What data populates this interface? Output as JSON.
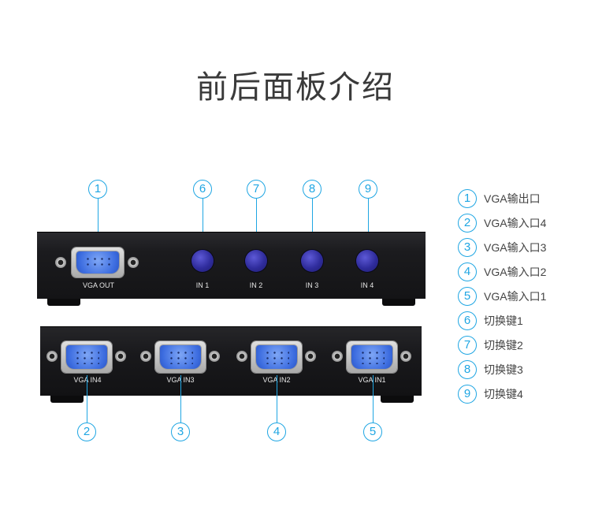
{
  "title": "前后面板介绍",
  "callout_numbers": [
    "1",
    "2",
    "3",
    "4",
    "5",
    "6",
    "7",
    "8",
    "9"
  ],
  "front_panel": {
    "vga_out_label": "VGA OUT",
    "buttons": [
      "IN 1",
      "IN 2",
      "IN 3",
      "IN 4"
    ]
  },
  "back_panel": {
    "ports": [
      "VGA IN4",
      "VGA IN3",
      "VGA IN2",
      "VGA IN1"
    ]
  },
  "legend": [
    {
      "num": "1",
      "text": "VGA输出口"
    },
    {
      "num": "2",
      "text": "VGA输入口4"
    },
    {
      "num": "3",
      "text": "VGA输入口3"
    },
    {
      "num": "4",
      "text": "VGA输入口2"
    },
    {
      "num": "5",
      "text": "VGA输入口1"
    },
    {
      "num": "6",
      "text": "切换键1"
    },
    {
      "num": "7",
      "text": "切换键2"
    },
    {
      "num": "8",
      "text": "切换键3"
    },
    {
      "num": "9",
      "text": "切换键4"
    }
  ],
  "colors": {
    "accent": "#1fa6e3",
    "button": "#2f2c9c",
    "panel": "#1d1d20",
    "vga_face": "#3d6de0"
  }
}
